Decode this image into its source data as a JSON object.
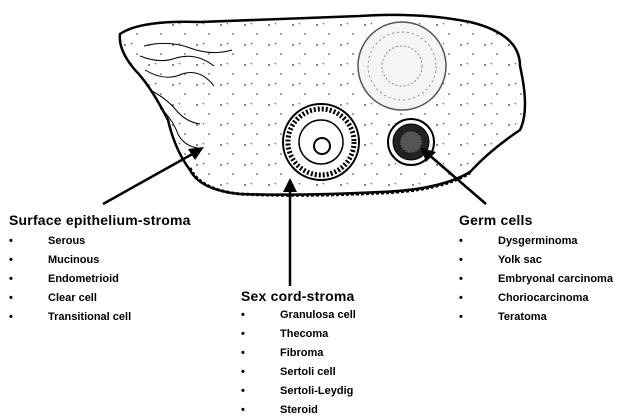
{
  "groups": {
    "surface": {
      "title": "Surface epithelium-stroma",
      "items": [
        "Serous",
        "Mucinous",
        "Endometrioid",
        "Clear cell",
        "Transitional cell"
      ]
    },
    "sexcord": {
      "title": "Sex cord-stroma",
      "items": [
        "Granulosa cell",
        "Thecoma",
        "Fibroma",
        "Sertoli cell",
        "Sertoli-Leydig",
        "Steroid"
      ]
    },
    "germ": {
      "title": "Germ cells",
      "items": [
        "Dysgerminoma",
        "Yolk sac",
        "Embryonal carcinoma",
        "Choriocarcinoma",
        "Teratoma"
      ]
    }
  },
  "bullet_char": "•"
}
